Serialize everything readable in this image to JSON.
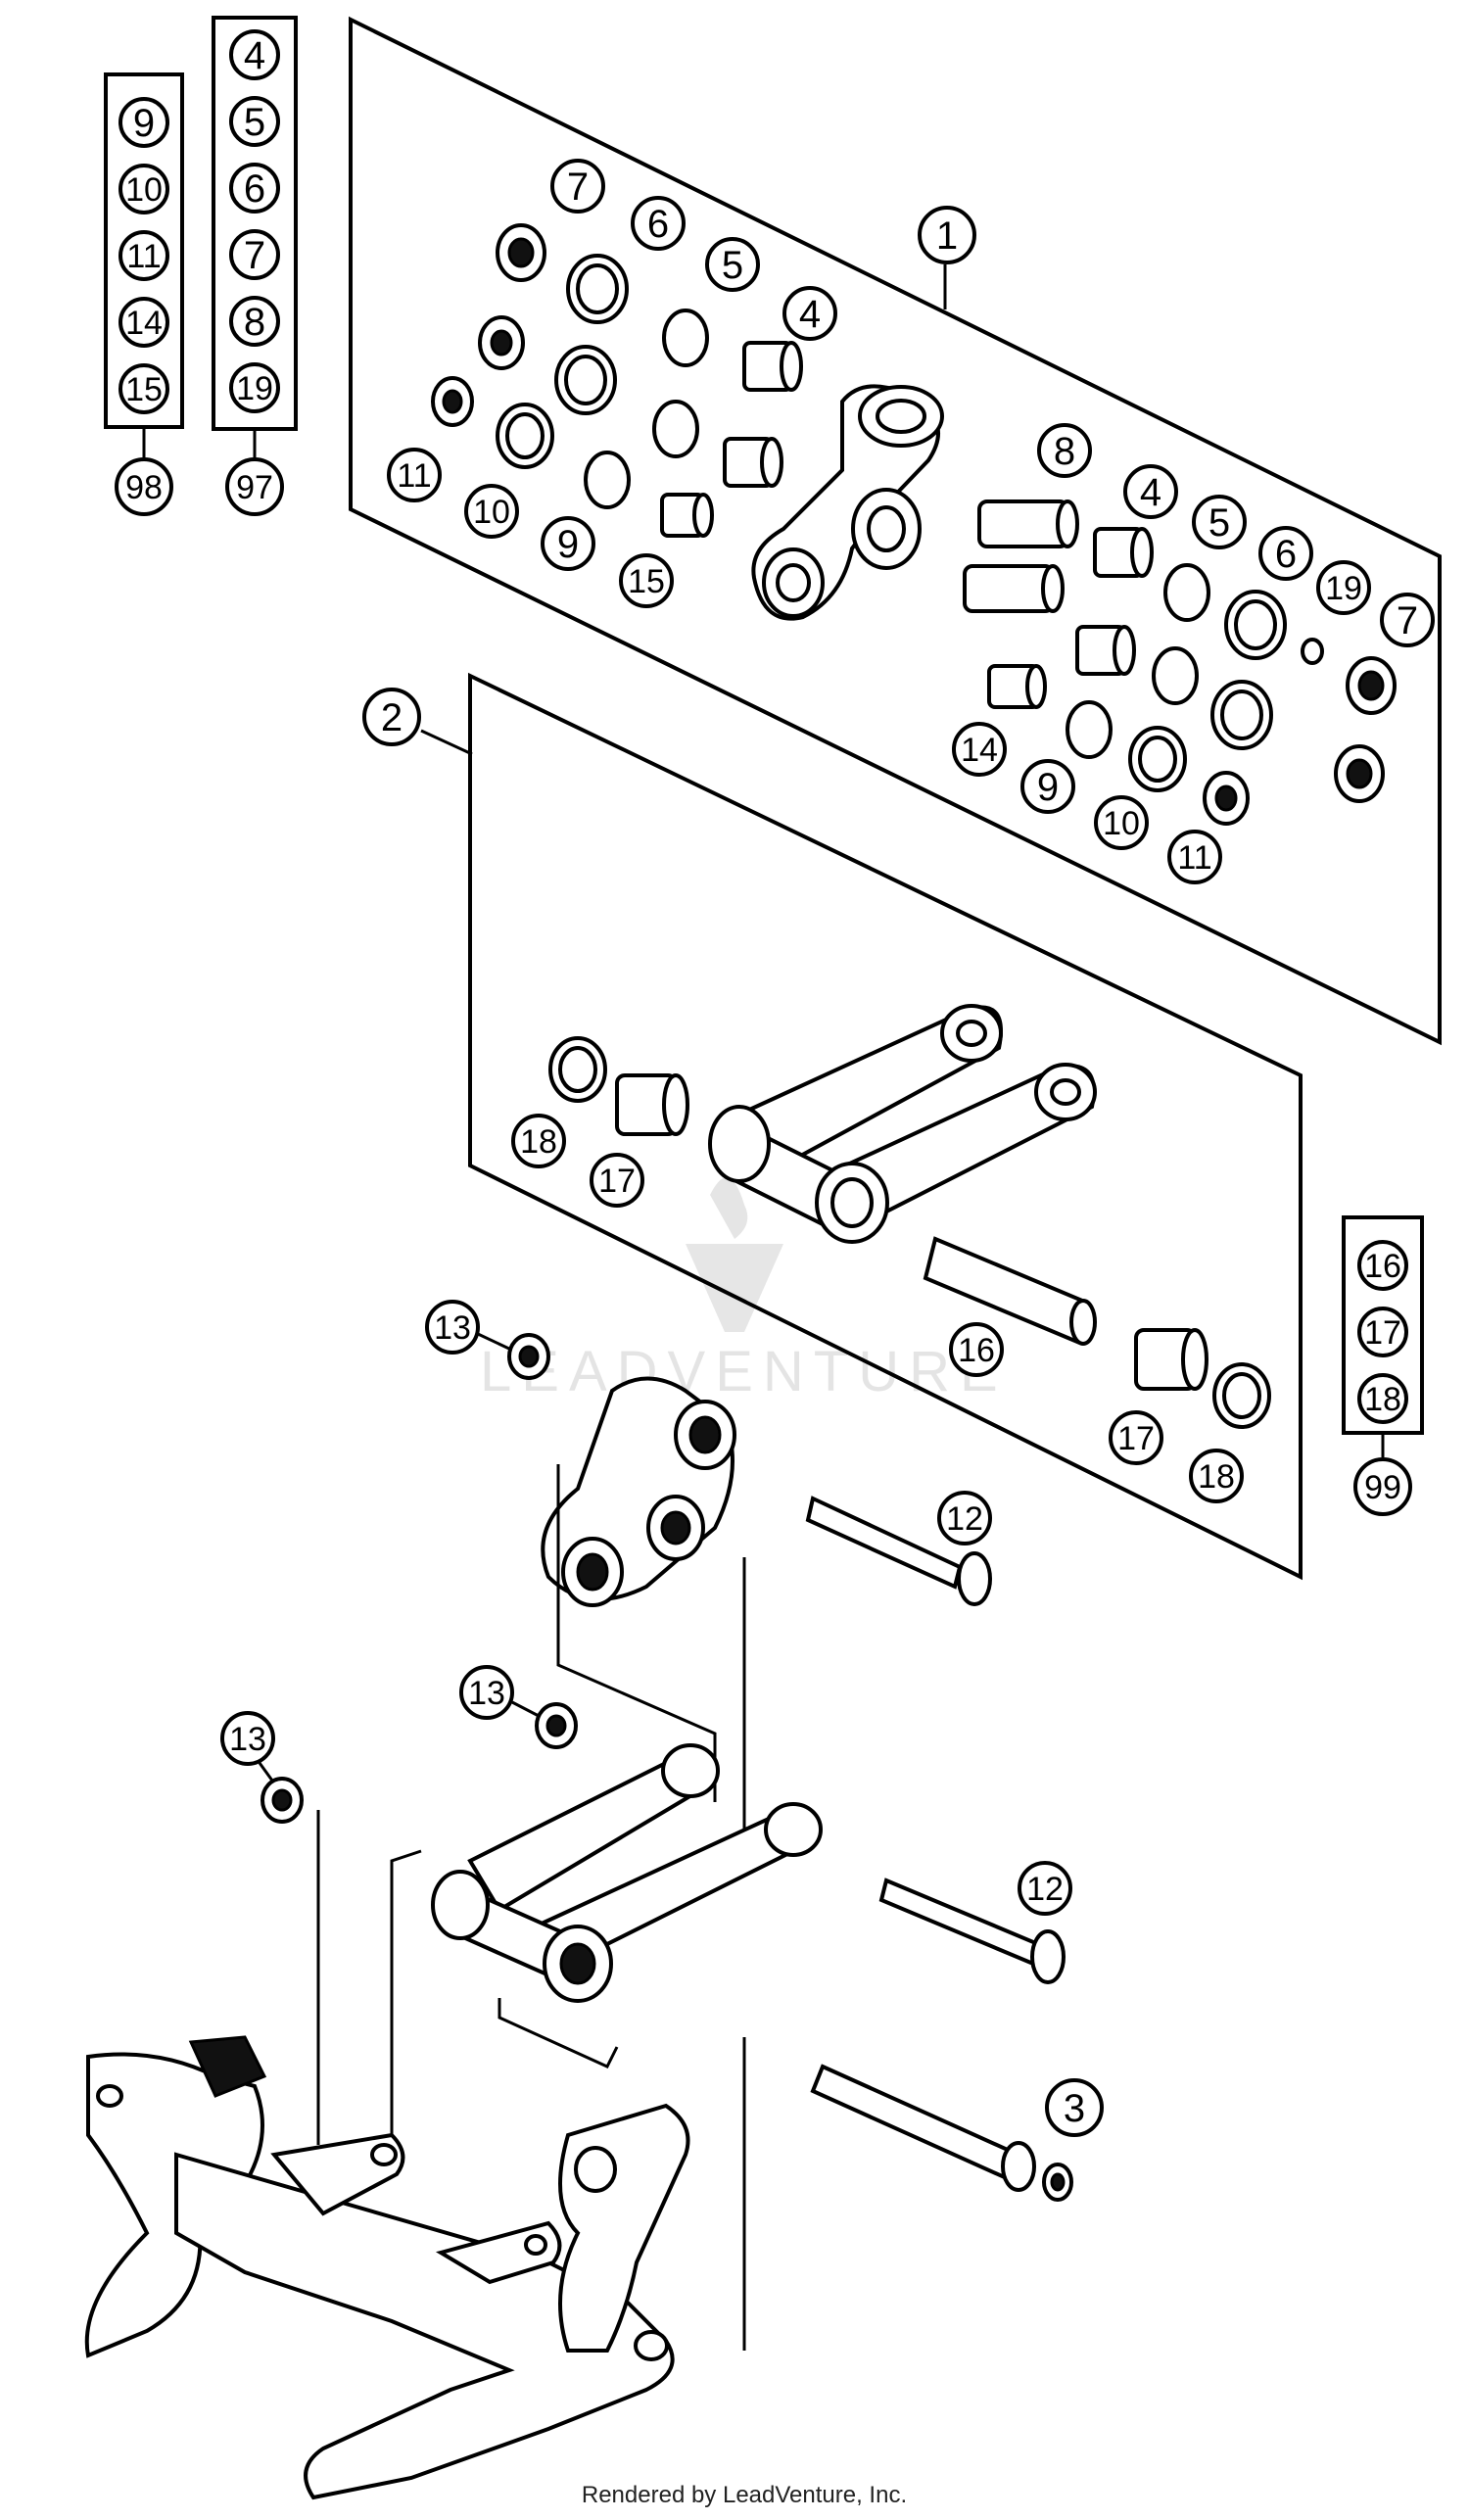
{
  "diagram": {
    "callouts": {
      "c1": "1",
      "c2": "2",
      "c3": "3",
      "c4a": "4",
      "c5a": "5",
      "c6a": "6",
      "c7a": "7",
      "c9a": "9",
      "c10a": "10",
      "c11a": "11",
      "c15a": "15",
      "c8b": "8",
      "c4b": "4",
      "c5b": "5",
      "c6b": "6",
      "c19b": "19",
      "c7b": "7",
      "c14b": "14",
      "c9b": "9",
      "c10b": "10",
      "c11b": "11",
      "c18a": "18",
      "c17a": "17",
      "c16a": "16",
      "c17b": "17",
      "c18b": "18",
      "c13a": "13",
      "c13b": "13",
      "c13c": "13",
      "c12a": "12",
      "c12b": "12"
    },
    "kit98": {
      "items": [
        "9",
        "10",
        "11",
        "14",
        "15"
      ],
      "kit_label": "98"
    },
    "kit97": {
      "items": [
        "4",
        "5",
        "6",
        "7",
        "8",
        "19"
      ],
      "kit_label": "97"
    },
    "kit99": {
      "items": [
        "16",
        "17",
        "18"
      ],
      "kit_label": "99"
    },
    "watermark": "LEADVENTURE",
    "footer": "Rendered by LeadVenture, Inc."
  }
}
